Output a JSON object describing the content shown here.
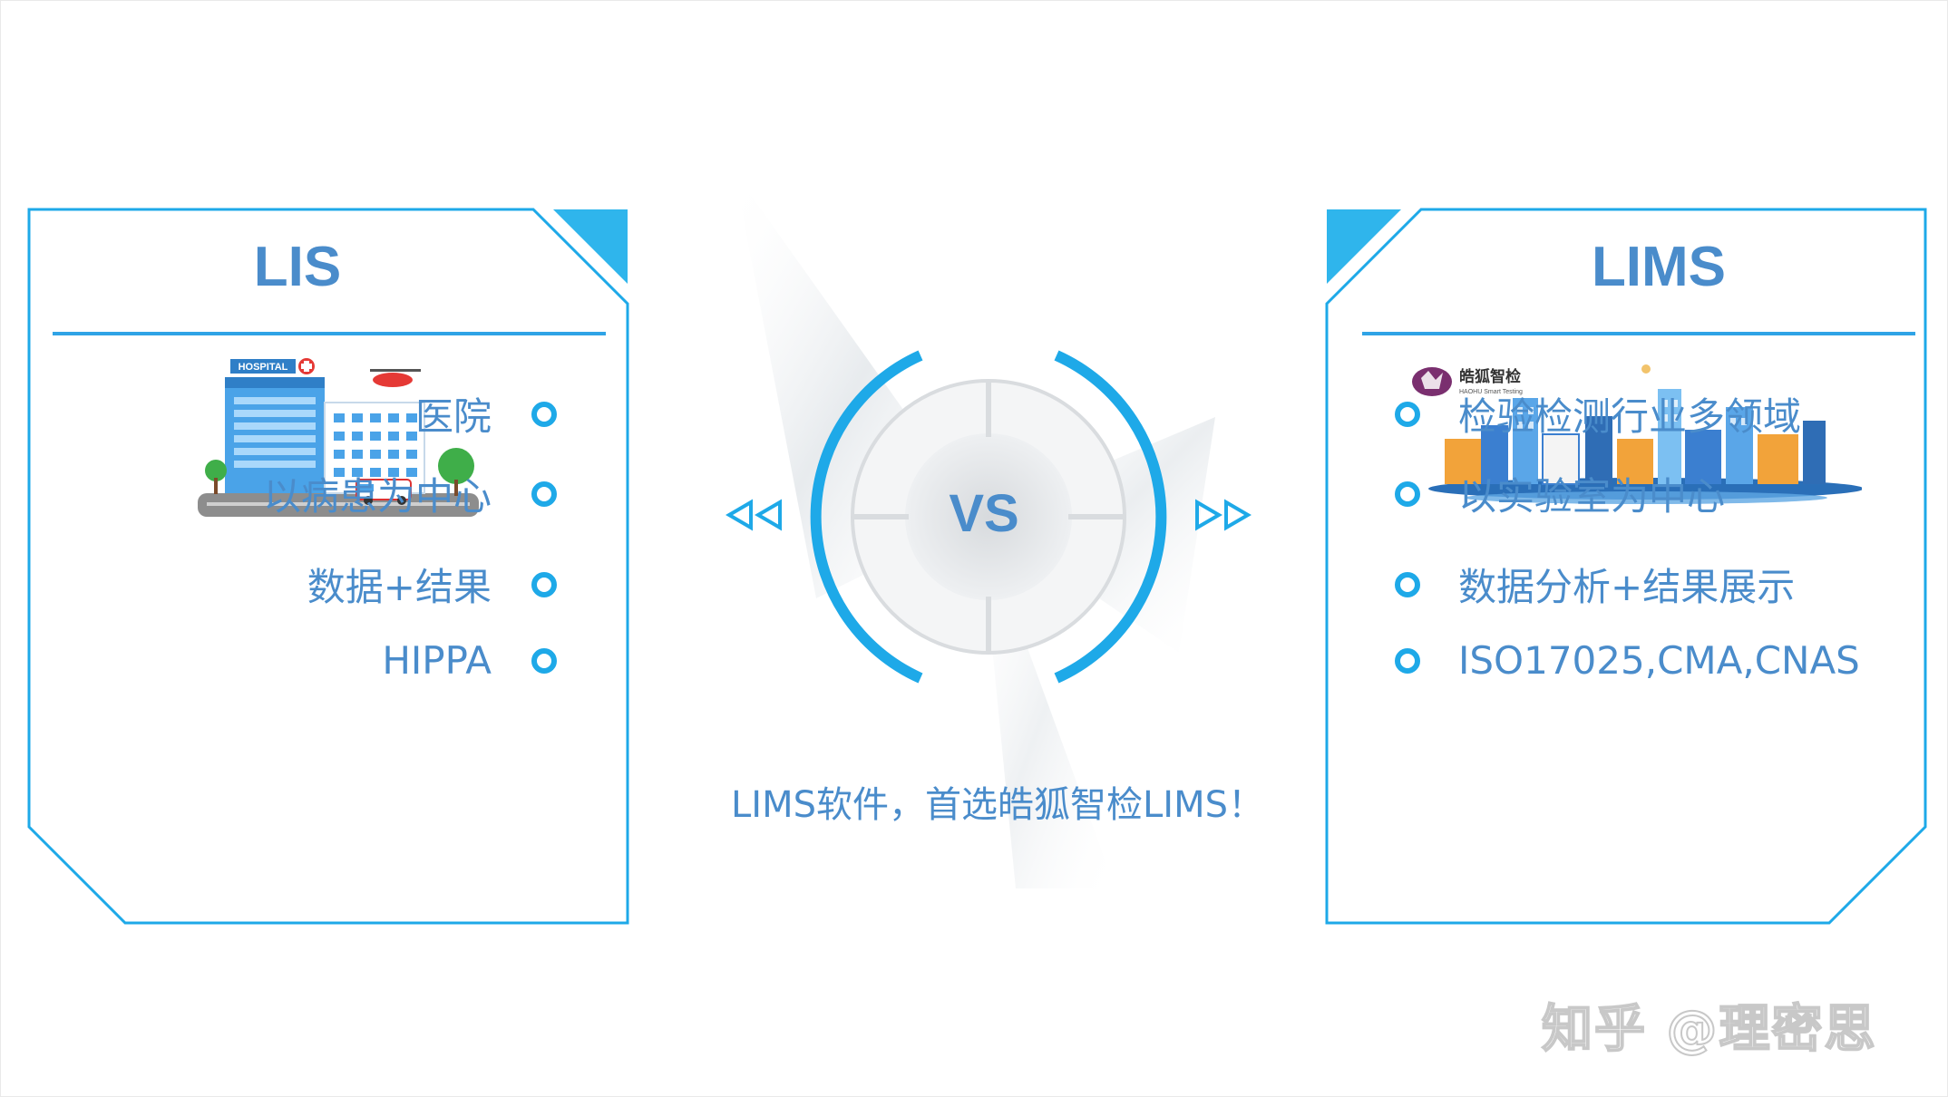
{
  "left_panel": {
    "title": "LIS",
    "illustration": "hospital-illustration",
    "sign_text": "HOSPITAL",
    "features": [
      "医院",
      "以病患为中心",
      "数据+结果",
      "HIPPA"
    ]
  },
  "right_panel": {
    "title": "LIMS",
    "illustration": "city-skyline-illustration",
    "logo_name": "皓狐智检",
    "logo_subtitle": "HAOHU Smart Testing",
    "features": [
      "检验检测行业多领域",
      "以实验室为中心",
      "数据分析+结果展示",
      "ISO17025,CMA,CNAS"
    ]
  },
  "center": {
    "vs_label": "VS",
    "slogan": "LIMS软件，首选皓狐智检LIMS！",
    "left_arrows_icon": "double-triangle-left-icon",
    "right_arrows_icon": "double-triangle-right-icon"
  },
  "watermark": "知乎 @理密思",
  "colors": {
    "accent": "#1ea9e8",
    "text_blue": "#4a8ccb",
    "corner_blue": "#2fb5ec"
  }
}
